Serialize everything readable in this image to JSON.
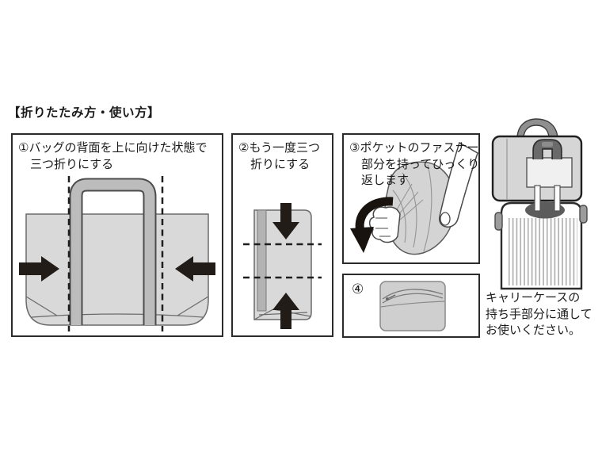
{
  "title": "【折りたたみ方・使い方】",
  "steps": [
    {
      "name": "step-1",
      "lines": [
        "①バッグの背面を上に向けた状態で",
        "三つ折りにする"
      ]
    },
    {
      "name": "step-2",
      "lines": [
        "②もう一度三つ",
        "折りにする"
      ]
    },
    {
      "name": "step-3",
      "lines": [
        "③ポケットのファスナー",
        "部分を持ってひっくり",
        "返します"
      ]
    },
    {
      "name": "step-4",
      "label": "④"
    }
  ],
  "usage_note": {
    "lines": [
      "キャリーケースの",
      "持ち手部分に通して",
      "お使いください。"
    ]
  },
  "icons": {
    "press_in_left": "black-arrow-right",
    "press_in_right": "black-arrow-left",
    "fold_down": "black-arrow-down",
    "fold_up": "black-arrow-up",
    "flip_over": "black-curved-arrow",
    "fold_guides": "dashed-fold-lines"
  },
  "colors": {
    "line": "#2b2b2b",
    "text": "#1b1b1b",
    "bag_fill": "#d9d9d9",
    "bag_handle": "#bcbcbc",
    "arrow_black": "#211c18",
    "suitcase_handle_dark": "#5c5c5c",
    "suitcase_body": "#ffffff"
  }
}
